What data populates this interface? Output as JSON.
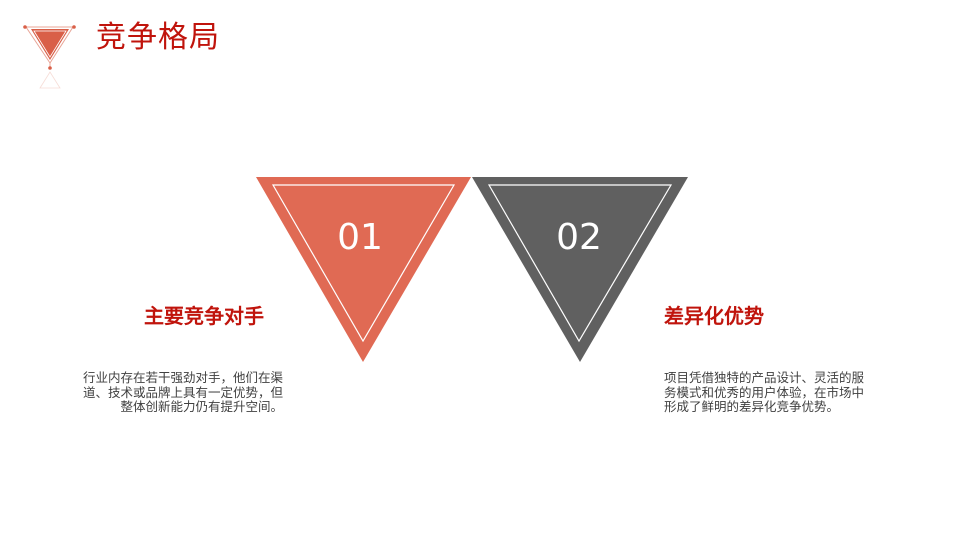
{
  "header": {
    "title": "竞争格局",
    "logo_icon": "inverted-triangle-icon",
    "accent_color": "#c0140c"
  },
  "items": [
    {
      "number": "01",
      "heading": "主要竞争对手",
      "body": "行业内存在若干强劲对手，他们在渠道、技术或品牌上具有一定优势，但整体创新能力仍有提升空间。",
      "color": "#e06a54"
    },
    {
      "number": "02",
      "heading": "差异化优势",
      "body": "项目凭借独特的产品设计、灵活的服务模式和优秀的用户体验，在市场中形成了鲜明的差异化竞争优势。",
      "color": "#606060"
    }
  ]
}
